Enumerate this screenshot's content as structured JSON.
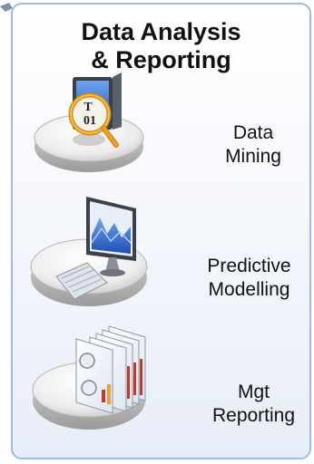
{
  "panel": {
    "title_line1": "Data Analysis",
    "title_line2": "& Reporting"
  },
  "items": [
    {
      "line1": "Data",
      "line2": "Mining",
      "icon": "magnifier-binary-icon"
    },
    {
      "line1": "Predictive",
      "line2": "Modelling",
      "icon": "computer-chart-icon"
    },
    {
      "line1": "Mgt",
      "line2": "Reporting",
      "icon": "report-documents-icon"
    }
  ],
  "colors": {
    "border": "#9cbbe5",
    "disc": "#d7d7d7",
    "accent_blue": "#2f6fd0",
    "accent_orange": "#f0a030"
  }
}
